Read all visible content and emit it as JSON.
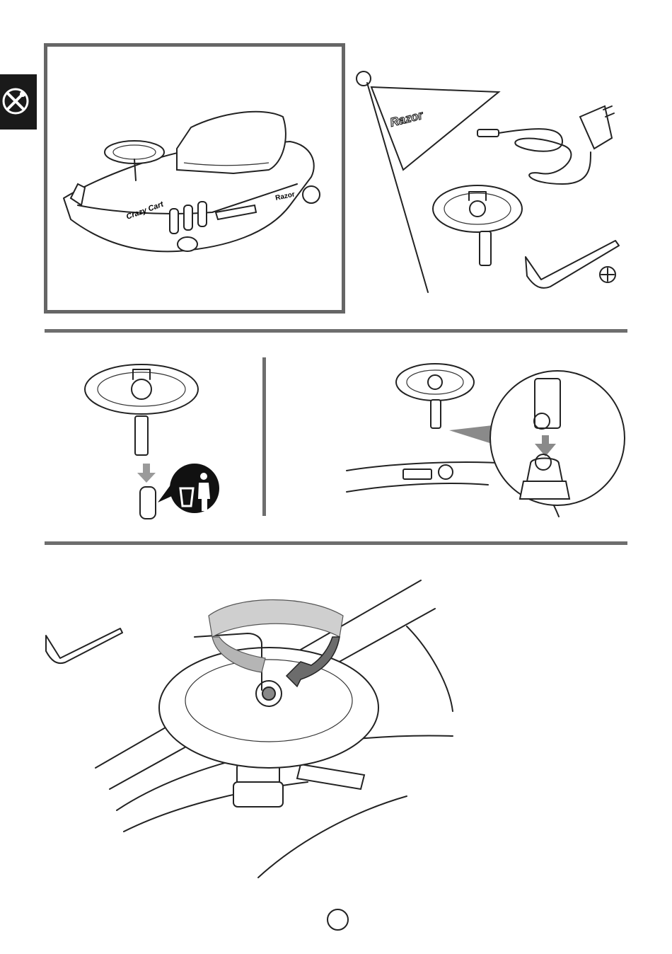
{
  "brand": {
    "logo_text": "Razor",
    "flag_text": "Razor"
  },
  "product_badge_text": "Crazy Cart",
  "icons": [
    "tools-icon",
    "recycle-bin-icon",
    "phillips-head-icon",
    "page-number-circle"
  ],
  "colors": {
    "frame": "#666666",
    "tab": "#1a1a1a",
    "arrow": "#9a9a9a"
  }
}
